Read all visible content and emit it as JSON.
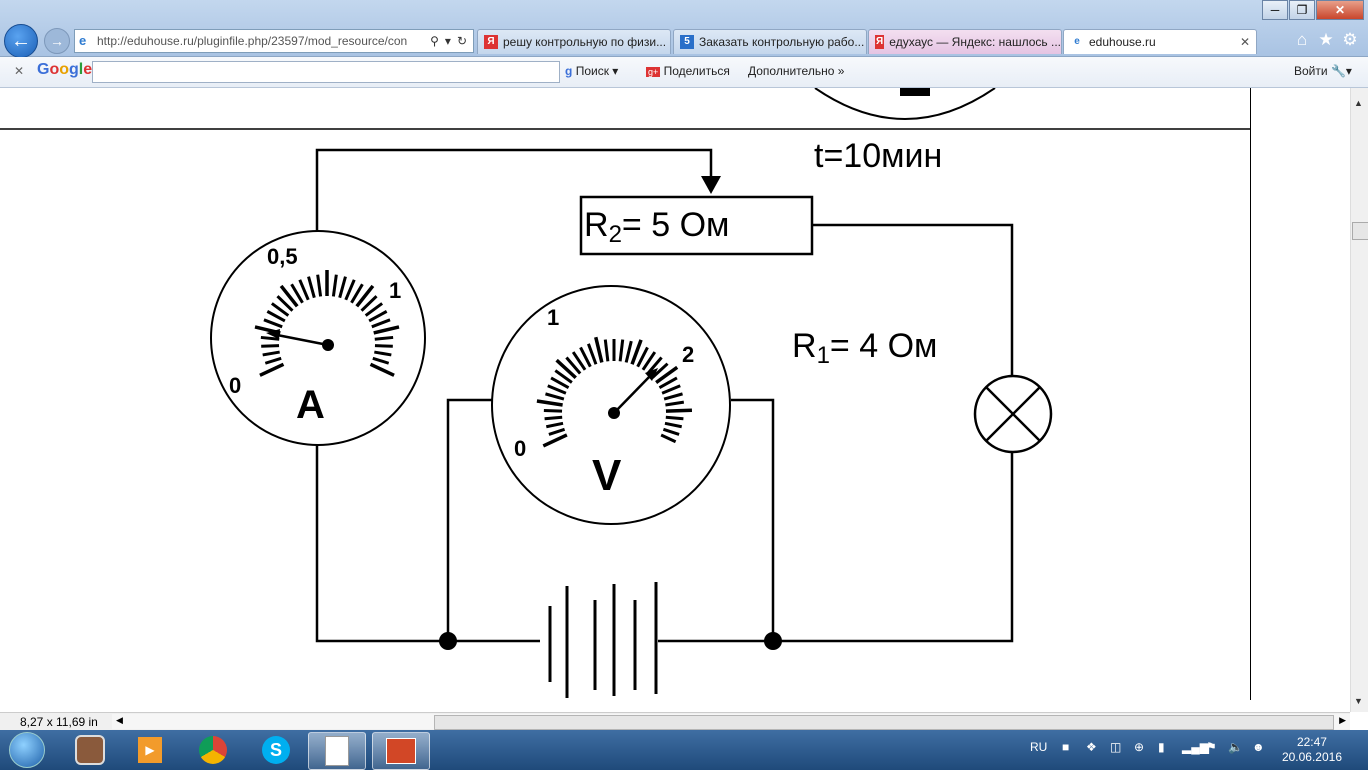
{
  "browser": {
    "address_url": "http://eduhouse.ru/pluginfile.php/23597/mod_resource/con",
    "tabs": [
      {
        "label": "решу контрольную по физи...",
        "favicon": "yandex-icon"
      },
      {
        "label": "Заказать контрольную рабо...",
        "favicon": "5-icon"
      },
      {
        "label": "едухаус — Яндекс: нашлось ...",
        "favicon": "yandex-icon"
      },
      {
        "label": "eduhouse.ru",
        "favicon": "ie-icon"
      }
    ]
  },
  "google_toolbar": {
    "logo": "Google",
    "search_label": "Поиск",
    "share_label": "Поделиться",
    "more_label": "Дополнительно",
    "login_label": "Войти"
  },
  "circuit": {
    "time_label": "t=10мин",
    "r2_label": "R",
    "r2_sub": "2",
    "r2_value": "= 5 Ом",
    "r1_label": "R",
    "r1_sub": "1",
    "r1_value": "= 4 Ом",
    "ammeter": {
      "symbol": "A",
      "tick_0": "0",
      "tick_mid": "0,5",
      "tick_max": "1"
    },
    "voltmeter": {
      "symbol": "V",
      "tick_0": "0",
      "tick_mid": "1",
      "tick_max": "2"
    }
  },
  "status": {
    "page_size": "8,27 x 11,69 in"
  },
  "taskbar": {
    "language": "RU",
    "time": "22:47",
    "date": "20.06.2016"
  }
}
